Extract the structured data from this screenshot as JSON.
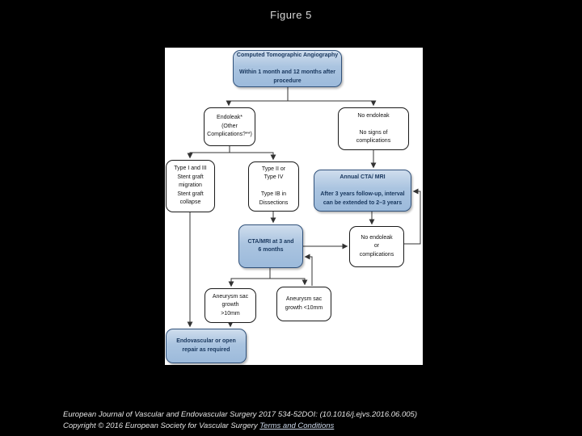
{
  "title": "Figure 5",
  "flowchart": {
    "nodes": {
      "cta_initial": {
        "label": "Computed Tomographic Angiography\n\nWithin 1 month and 12 months after\nprocedure",
        "style": "blue-action"
      },
      "endoleak": {
        "label": "Endoleak*\n(Other\nComplications?**)",
        "style": "white-decision"
      },
      "no_endoleak": {
        "label": "No endoleak\n\nNo signs of\ncomplications",
        "style": "white-decision"
      },
      "type_i_iii": {
        "label": "Type I and III\nStent graft\nmigration\nStent graft\ncollapse",
        "style": "white-decision"
      },
      "type_ii_iv": {
        "label": "Type II or\nType IV\n\nType IB in\nDissections",
        "style": "white-decision"
      },
      "annual_cta_mri": {
        "label": "Annual CTA/ MRI\n\nAfter 3 years follow-up, interval\ncan be extended to 2–3 years",
        "style": "blue-action"
      },
      "cta_3_6_months": {
        "label": "CTA/MRI at 3 and\n6 months",
        "style": "blue-action"
      },
      "no_endoleak_complications": {
        "label": "No endoleak\nor\ncomplications",
        "style": "white-decision"
      },
      "sac_growth_gt10": {
        "label": "Aneurysm sac\ngrowth\n>10mm",
        "style": "white-decision"
      },
      "sac_growth_lt10": {
        "label": "Aneurysm sac\ngrowth <10mm",
        "style": "white-decision"
      },
      "repair": {
        "label": "Endovascular or open\nrepair as required",
        "style": "blue-action"
      }
    },
    "edges": [
      {
        "from": "cta_initial",
        "to": "endoleak"
      },
      {
        "from": "cta_initial",
        "to": "no_endoleak"
      },
      {
        "from": "endoleak",
        "to": "type_i_iii"
      },
      {
        "from": "endoleak",
        "to": "type_ii_iv"
      },
      {
        "from": "no_endoleak",
        "to": "annual_cta_mri"
      },
      {
        "from": "type_ii_iv",
        "to": "cta_3_6_months"
      },
      {
        "from": "annual_cta_mri",
        "to": "no_endoleak_complications"
      },
      {
        "from": "cta_3_6_months",
        "to": "no_endoleak_complications"
      },
      {
        "from": "no_endoleak_complications",
        "to": "annual_cta_mri"
      },
      {
        "from": "cta_3_6_months",
        "to": "sac_growth_gt10"
      },
      {
        "from": "cta_3_6_months",
        "to": "sac_growth_lt10"
      },
      {
        "from": "sac_growth_lt10",
        "to": "cta_3_6_months"
      },
      {
        "from": "sac_growth_gt10",
        "to": "repair"
      },
      {
        "from": "type_i_iii",
        "to": "repair"
      }
    ]
  },
  "footer": {
    "line1": "European Journal of Vascular and Endovascular Surgery 2017 534-52DOI: (10.1016/j.ejvs.2016.06.005)",
    "line2_prefix": "Copyright © 2016 European Society for Vascular Surgery ",
    "link_label": "Terms and Conditions"
  },
  "colors": {
    "background": "#000000",
    "panel": "#ffffff",
    "blue_box_fill": "#a9c3e0",
    "blue_box_border": "#30517a",
    "blue_box_text": "#17365d",
    "connector": "#333333"
  }
}
